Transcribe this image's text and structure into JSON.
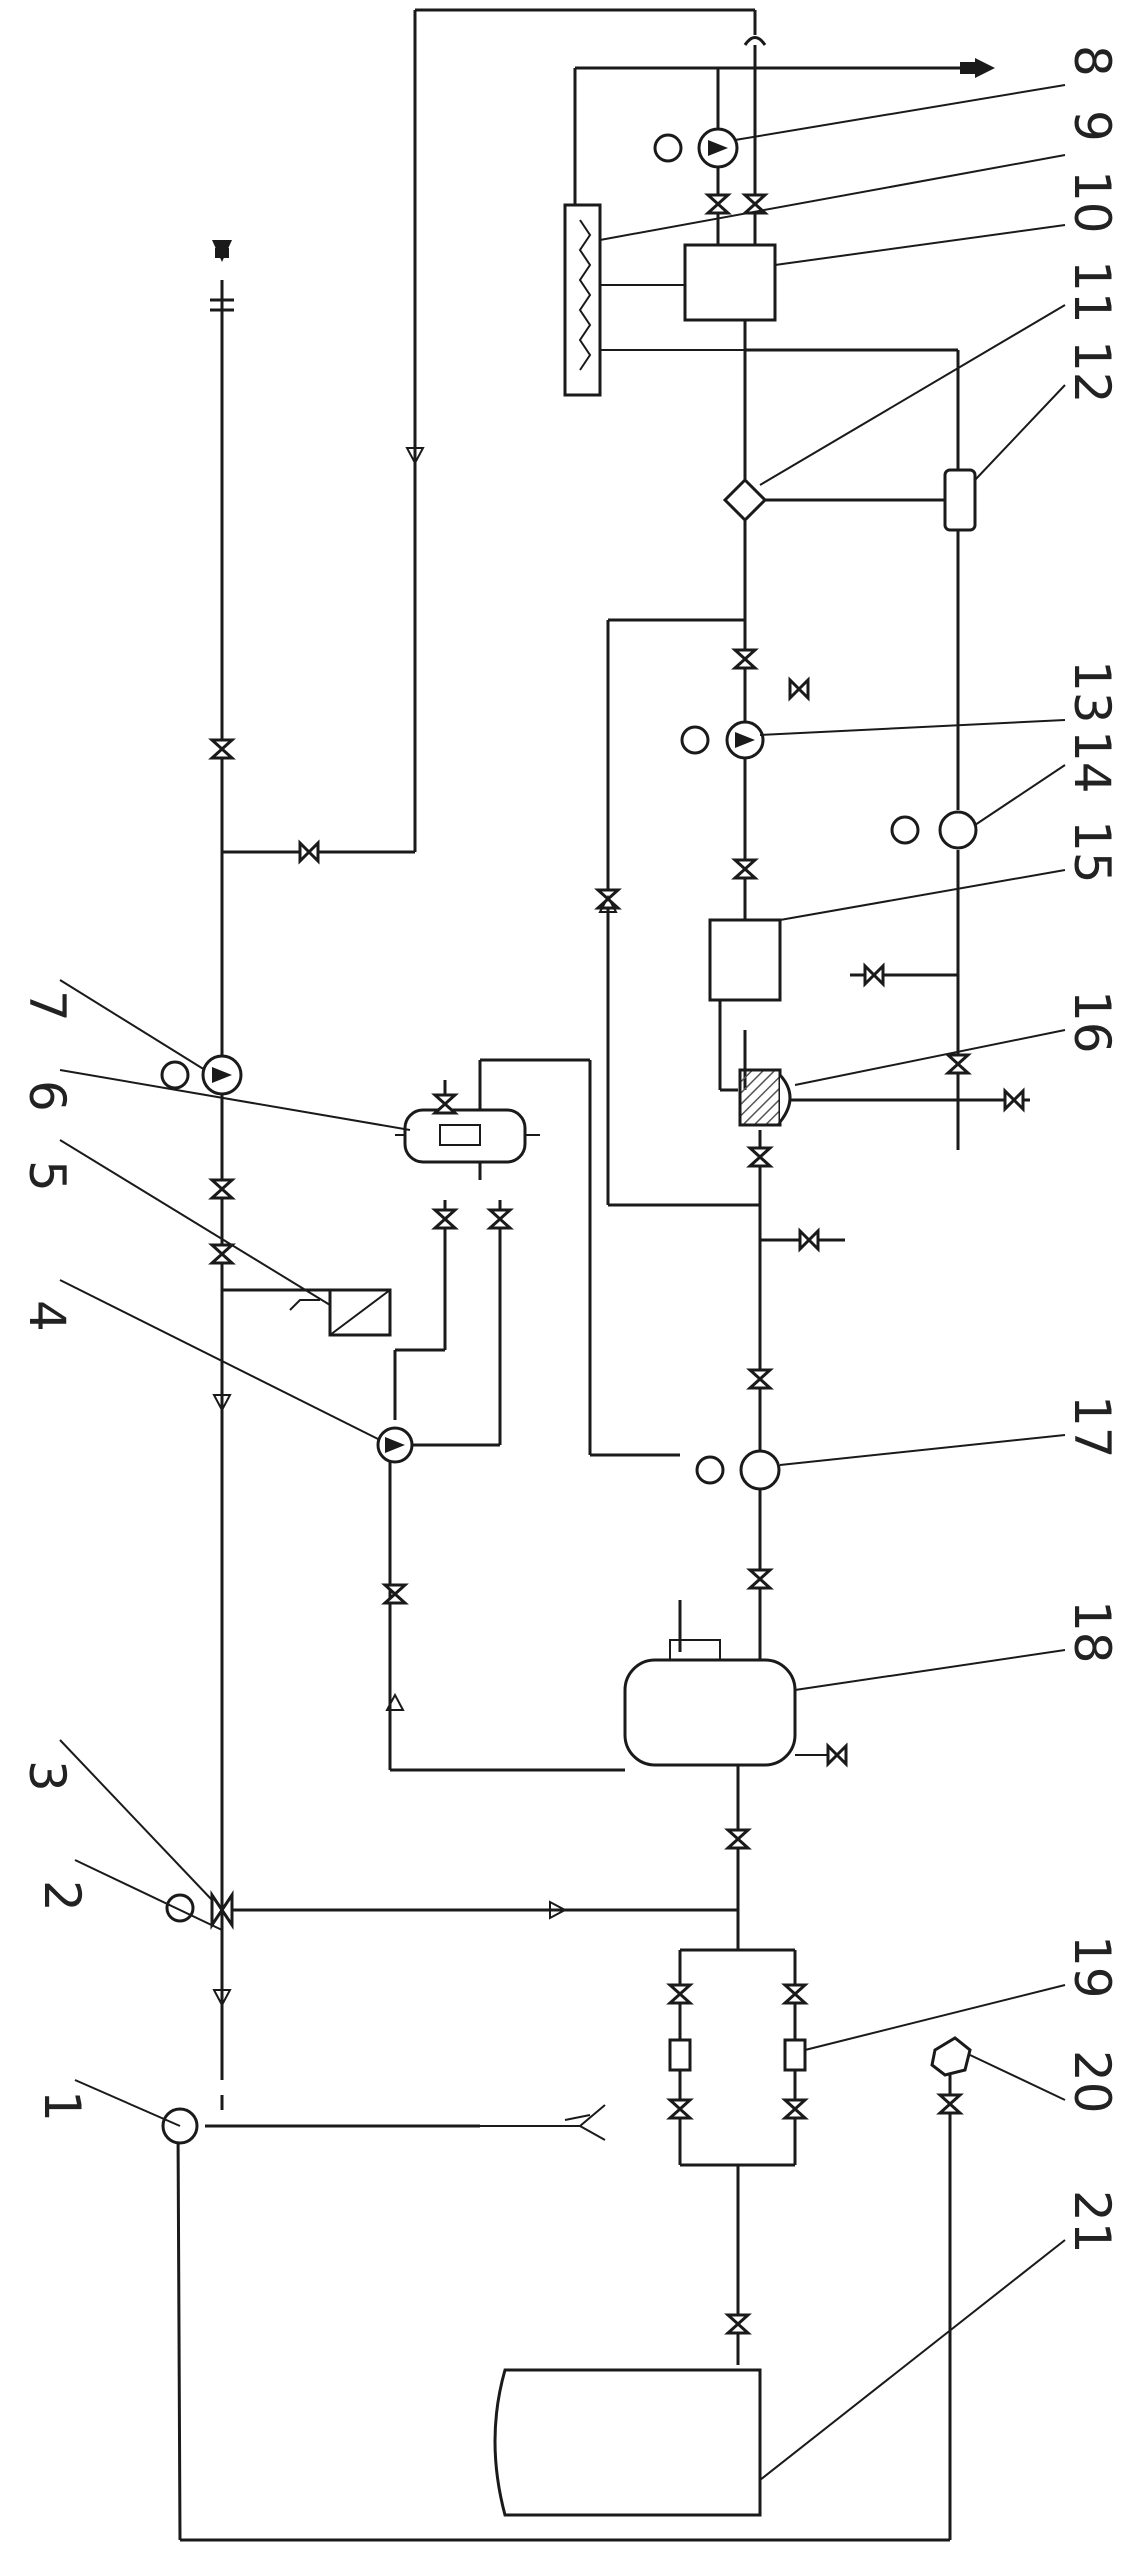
{
  "diagram": {
    "labels": [
      "1",
      "2",
      "3",
      "4",
      "5",
      "6",
      "7",
      "8",
      "9",
      "10",
      "11",
      "12",
      "13",
      "14",
      "15",
      "16",
      "17",
      "18",
      "19",
      "20",
      "21"
    ],
    "callouts": {
      "n1": "1",
      "n2": "2",
      "n3": "3",
      "n4": "4",
      "n5": "5",
      "n6": "6",
      "n7": "7",
      "n8": "8",
      "n9": "9",
      "n10": "10",
      "n11": "11",
      "n12": "12",
      "n13": "13",
      "n14": "14",
      "n15": "15",
      "n16": "16",
      "n17": "17",
      "n18": "18",
      "n19": "19",
      "n20": "20",
      "n21": "21"
    },
    "colors": {
      "line": "#1a1a1a",
      "background": "#ffffff",
      "hatch": "#555555"
    }
  }
}
